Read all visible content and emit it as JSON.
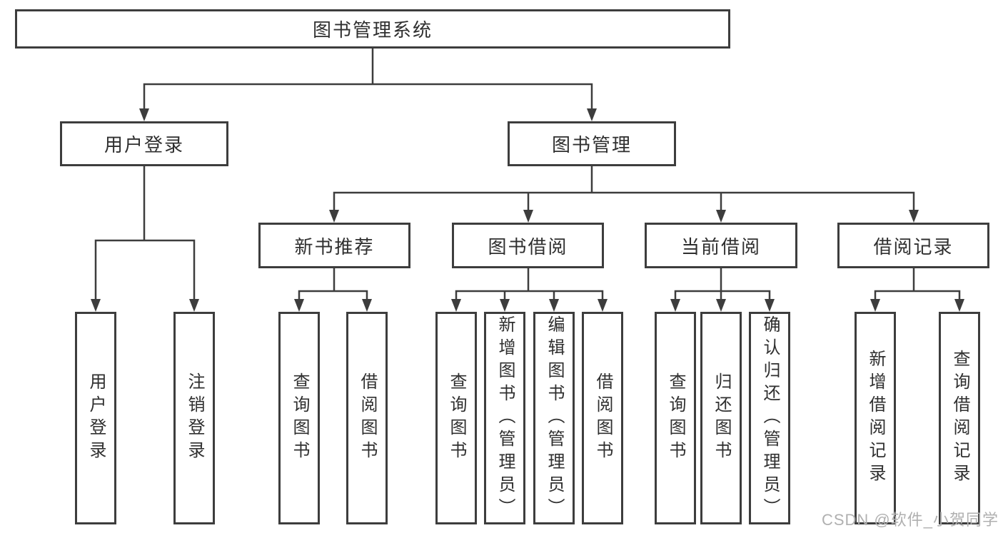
{
  "title": "图书管理系统",
  "watermark": "CSDN @软件_小贺同学",
  "colors": {
    "line": "#3d3d3d",
    "box_border": "#3d3d3d",
    "text": "#2f2f2f",
    "watermark": "#b0b0b0",
    "background": "#ffffff"
  },
  "nodes": {
    "root": {
      "label": "图书管理系统"
    },
    "user_login": {
      "label": "用户登录"
    },
    "book_mgmt": {
      "label": "图书管理"
    },
    "new_book_rec": {
      "label": "新书推荐"
    },
    "book_borrow": {
      "label": "图书借阅"
    },
    "current_borrow": {
      "label": "当前借阅"
    },
    "borrow_records": {
      "label": "借阅记录"
    },
    "leaf_user_login": {
      "label": "用户登录"
    },
    "leaf_logout": {
      "label": "注销登录"
    },
    "leaf_nb_query": {
      "label": "查询图书"
    },
    "leaf_nb_borrow": {
      "label": "借阅图书"
    },
    "leaf_bb_query": {
      "label": "查询图书"
    },
    "leaf_bb_add": {
      "label": "新增图书（管理员）"
    },
    "leaf_bb_edit": {
      "label": "编辑图书（管理员）"
    },
    "leaf_bb_borrow": {
      "label": "借阅图书"
    },
    "leaf_cb_query": {
      "label": "查询图书"
    },
    "leaf_cb_return": {
      "label": "归还图书"
    },
    "leaf_cb_confirm": {
      "label": "确认归还（管理员）"
    },
    "leaf_rec_add": {
      "label": "新增借阅记录"
    },
    "leaf_rec_query": {
      "label": "查询借阅记录"
    }
  },
  "hierarchy": {
    "图书管理系统": [
      "用户登录",
      "图书管理"
    ],
    "用户登录": [
      "用户登录",
      "注销登录"
    ],
    "图书管理": [
      "新书推荐",
      "图书借阅",
      "当前借阅",
      "借阅记录"
    ],
    "新书推荐": [
      "查询图书",
      "借阅图书"
    ],
    "图书借阅": [
      "查询图书",
      "新增图书（管理员）",
      "编辑图书（管理员）",
      "借阅图书"
    ],
    "当前借阅": [
      "查询图书",
      "归还图书",
      "确认归还（管理员）"
    ],
    "借阅记录": [
      "新增借阅记录",
      "查询借阅记录"
    ]
  }
}
